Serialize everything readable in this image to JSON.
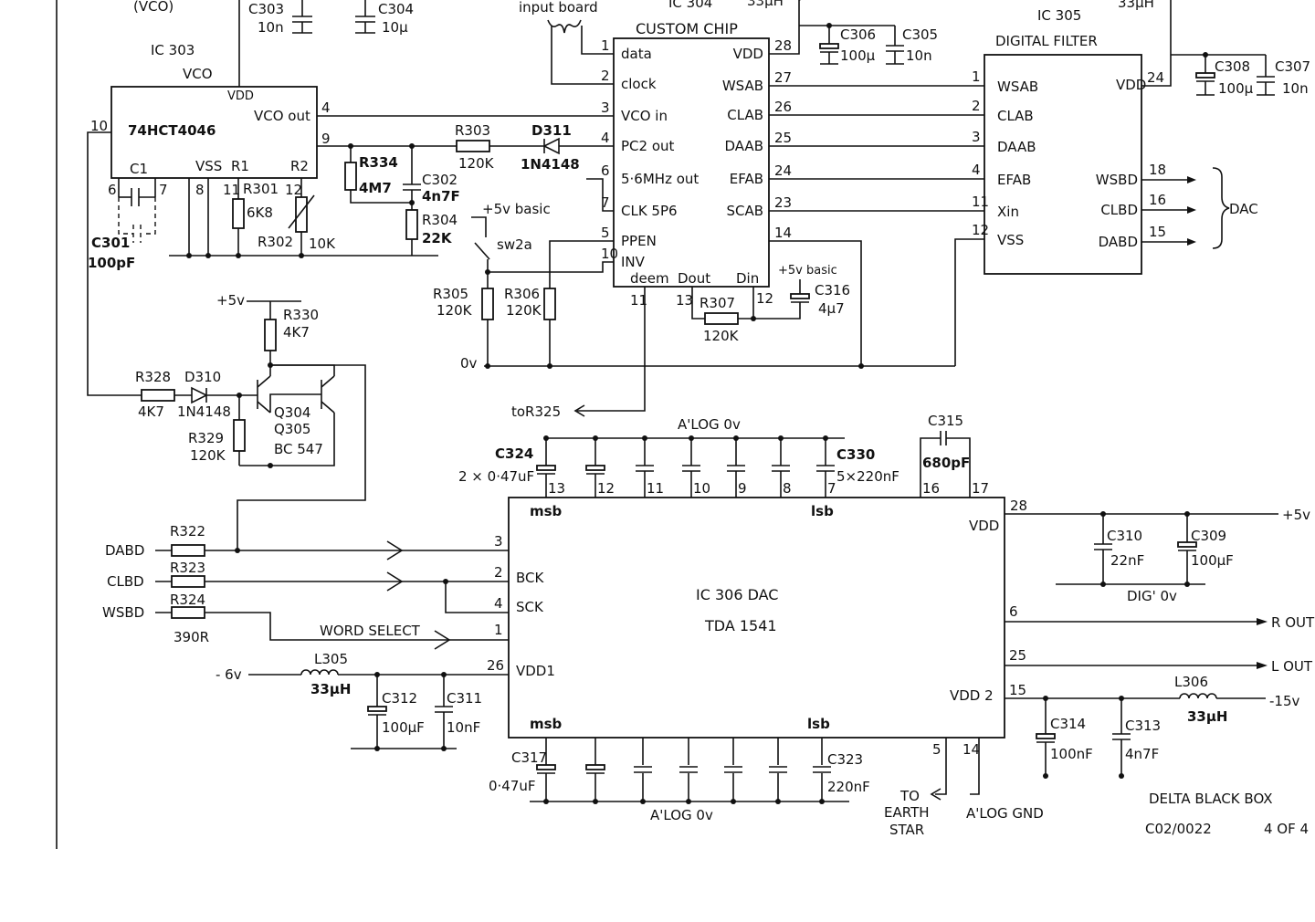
{
  "sheet": {
    "title": "DELTA BLACK BOX",
    "drawing_no": "C02/0022",
    "sheet_no": "4 OF 4"
  },
  "fragments": {
    "vco_paren": "(VCO)",
    "ic304": "IC 304",
    "l_top1": "33μH",
    "l_top2": "33μH",
    "input_board": "input board"
  },
  "ic303": {
    "ref": "IC 303",
    "func": "VCO",
    "part": "74HCT4046",
    "vdd": "VDD",
    "vco_out": "VCO out",
    "vss": "VSS",
    "c1": "C1",
    "r1": "R1",
    "r2": "R2",
    "pins": {
      "p10": "10",
      "p4": "4",
      "p9": "9",
      "p6": "6",
      "p7": "7",
      "p8": "8",
      "p11": "11",
      "p12": "12"
    }
  },
  "ic304": {
    "title": "CUSTOM CHIP",
    "left_pins": [
      {
        "num": "1",
        "name": "data"
      },
      {
        "num": "2",
        "name": "clock"
      },
      {
        "num": "3",
        "name": "VCO in"
      },
      {
        "num": "4",
        "name": "PC2 out"
      },
      {
        "num": "6",
        "name": "5·6MHz out"
      },
      {
        "num": "7",
        "name": "CLK 5P6"
      },
      {
        "num": "5",
        "name": "PPEN"
      },
      {
        "num": "10",
        "name": "INV"
      }
    ],
    "right_pins": [
      {
        "num": "28",
        "name": "VDD"
      },
      {
        "num": "27",
        "name": "WSAB"
      },
      {
        "num": "26",
        "name": "CLAB"
      },
      {
        "num": "25",
        "name": "DAAB"
      },
      {
        "num": "24",
        "name": "EFAB"
      },
      {
        "num": "23",
        "name": "SCAB"
      },
      {
        "num": "14",
        "name": ""
      }
    ],
    "bottom_labels": {
      "deem": "deem",
      "dout": "Dout",
      "din": "Din",
      "p11": "11",
      "p13": "13",
      "p12": "12"
    }
  },
  "ic305": {
    "ref": "IC 305",
    "title": "DIGITAL FILTER",
    "left_pins": [
      {
        "num": "1",
        "name": "WSAB"
      },
      {
        "num": "2",
        "name": "CLAB"
      },
      {
        "num": "3",
        "name": "DAAB"
      },
      {
        "num": "4",
        "name": "EFAB"
      },
      {
        "num": "11",
        "name": "Xin"
      },
      {
        "num": "12",
        "name": "VSS"
      }
    ],
    "vdd": "VDD",
    "p24": "24",
    "right_pins": [
      {
        "num": "18",
        "name": "WSBD"
      },
      {
        "num": "16",
        "name": "CLBD"
      },
      {
        "num": "15",
        "name": "DABD"
      }
    ],
    "dac_label": "DAC"
  },
  "ic306": {
    "ref": "IC 306  DAC",
    "part": "TDA 1541",
    "msb_top": "msb",
    "lsb_top": "lsb",
    "msb_bot": "msb",
    "lsb_bot": "lsb",
    "left_pins": [
      {
        "num": "3",
        "name": ""
      },
      {
        "num": "2",
        "name": "BCK"
      },
      {
        "num": "4",
        "name": "SCK"
      },
      {
        "num": "1",
        "name": ""
      },
      {
        "num": "26",
        "name": "VDD1"
      }
    ],
    "right_pins": [
      {
        "num": "28",
        "name": "VDD"
      },
      {
        "num": "6",
        "name": ""
      },
      {
        "num": "25",
        "name": ""
      },
      {
        "num": "15",
        "name": "VDD 2"
      }
    ],
    "top_pins": [
      "13",
      "12",
      "11",
      "10",
      "9",
      "8",
      "7",
      "16",
      "17"
    ],
    "bottom_pins": {
      "p5": "5",
      "p14": "14"
    }
  },
  "components": {
    "c303": "C303",
    "c303v": "10n",
    "c304": "C304",
    "c304v": "10μ",
    "c306": "C306",
    "c306v": "100μ",
    "c305": "C305",
    "c305v": "10n",
    "c308": "C308",
    "c308v": "100μ",
    "c307": "C307",
    "c307v": "10n",
    "r303": "R303",
    "r303v": "120K",
    "d311": "D311",
    "d311v": "1N4148",
    "r334": "R334",
    "r334v": "4M7",
    "c302": "C302",
    "c302v": "4n7F",
    "r304": "R304",
    "r304v": "22K",
    "r301": "R301",
    "r301v": "6K8",
    "r302": "R302",
    "r302v": "10K",
    "c301": "C301",
    "c301v": "100pF",
    "plus5_basic1": "+5v basic",
    "sw2a": "sw2a",
    "r305": "R305",
    "r305v": "120K",
    "r306": "R306",
    "r306v": "120K",
    "r307": "R307",
    "r307v": "120K",
    "plus5_basic2": "+5v basic",
    "c316": "C316",
    "c316v": "4μ7",
    "zero_v": "0v",
    "to_r325": "toR325",
    "plus5": "+5v",
    "r330": "R330",
    "r330v": "4K7",
    "r328": "R328",
    "r328v": "4K7",
    "d310": "D310",
    "d310v": "1N4148",
    "r329": "R329",
    "r329v": "120K",
    "q304": "Q304",
    "q305": "Q305",
    "q_type": "BC 547",
    "alog0v_top": "A'LOG  0v",
    "c324": "C324",
    "c324v": "2 × 0·47uF",
    "c330": "C330",
    "c330v": "5×220nF",
    "c315": "C315",
    "c315v": "680pF",
    "dabd": "DABD",
    "clbd": "CLBD",
    "wsbd": "WSBD",
    "r322": "R322",
    "r323": "R323",
    "r324": "R324",
    "r324v": "390R",
    "word_select": "WORD SELECT",
    "minus6": "- 6v",
    "l305": "L305",
    "l305v": "33μH",
    "c312": "C312",
    "c312v": "100μF",
    "c311": "C311",
    "c311v": "10nF",
    "c310": "C310",
    "c310v": "22nF",
    "c309": "C309",
    "c309v": "100μF",
    "dig0v": "DIG' 0v",
    "plus5_out": "+5v",
    "r_out": "R  OUT",
    "l_out": "L  OUT",
    "l306": "L306",
    "l306v": "33μH",
    "minus15": "-15v",
    "c314": "C314",
    "c314v": "100nF",
    "c313": "C313",
    "c313v": "4n7F",
    "c317": "C317",
    "c317v": "0·47uF",
    "c323": "C323",
    "c323v": "220nF",
    "alog0v_bot": "A'LOG  0v",
    "to_earth": "TO",
    "to_earth2": "EARTH",
    "to_earth3": "STAR",
    "alog_gnd": "A'LOG  GND"
  }
}
